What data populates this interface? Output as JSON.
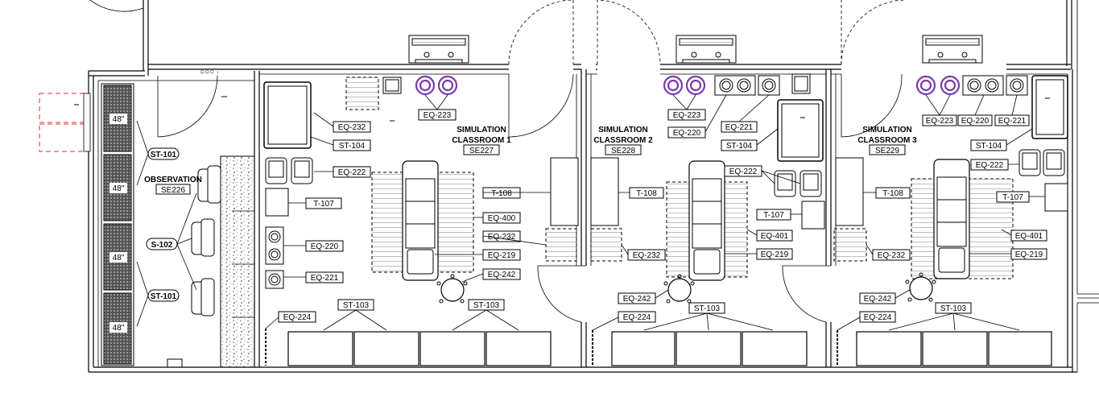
{
  "rooms": [
    {
      "name": "OBSERVATION",
      "number": "SE226"
    },
    {
      "name_line1": "SIMULATION",
      "name_line2": "CLASSROOM 1",
      "number": "SE227"
    },
    {
      "name_line1": "SIMULATION",
      "name_line2": "CLASSROOM 2",
      "number": "SE228"
    },
    {
      "name_line1": "SIMULATION",
      "name_line2": "CLASSROOM 3",
      "number": "SE229"
    }
  ],
  "pill_tags": [
    "ST-101",
    "S-102",
    "ST-101"
  ],
  "panel_labels": [
    "48\"",
    "48\"",
    "48\"",
    "48\""
  ],
  "equipment_tags": {
    "c1": [
      "EQ-232",
      "ST-104",
      "EQ-223",
      "EQ-222",
      "T-107",
      "EQ-220",
      "EQ-221",
      "T-108",
      "EQ-400",
      "EQ-232",
      "EQ-219",
      "EQ-242",
      "EQ-224",
      "ST-103",
      "ST-103"
    ],
    "c2": [
      "EQ-223",
      "EQ-220",
      "EQ-221",
      "ST-104",
      "EQ-222",
      "T-108",
      "T-107",
      "EQ-401",
      "EQ-232",
      "EQ-219",
      "EQ-242",
      "EQ-224",
      "ST-103"
    ],
    "c3": [
      "EQ-223",
      "EQ-220",
      "EQ-221",
      "ST-104",
      "EQ-222",
      "T-108",
      "T-107",
      "EQ-401",
      "EQ-232",
      "EQ-219",
      "EQ-242",
      "EQ-224",
      "ST-103"
    ]
  }
}
